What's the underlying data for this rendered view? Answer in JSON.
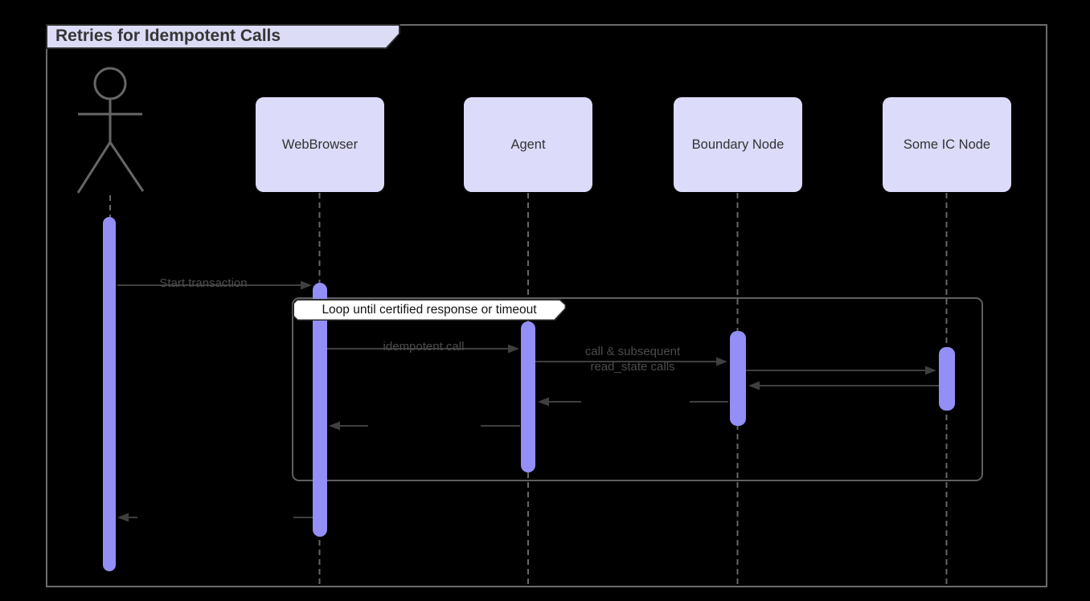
{
  "diagram": {
    "title": "Retries for Idempotent Calls"
  },
  "participants": [
    {
      "label": "WebBrowser"
    },
    {
      "label": "Agent"
    },
    {
      "label": "Boundary Node"
    },
    {
      "label": "Some IC Node"
    }
  ],
  "loop": {
    "label": "Loop until certified response or timeout"
  },
  "messages": {
    "start_transaction": "Start transaction",
    "idempotent_call": "idempotent call",
    "call_subsequent_line1": "call & subsequent",
    "call_subsequent_line2": "read_state calls"
  },
  "colors": {
    "background": "#000000",
    "participant_fill": "#dcdbf9",
    "banner_fill": "#dcdcf7",
    "activation_fill": "#938ff7",
    "loop_label_fill": "#ffffff",
    "lifeline_gray": "#666666",
    "arrow_gray": "#3f3f3f",
    "frame_border_gray": "#6b6b6b"
  }
}
